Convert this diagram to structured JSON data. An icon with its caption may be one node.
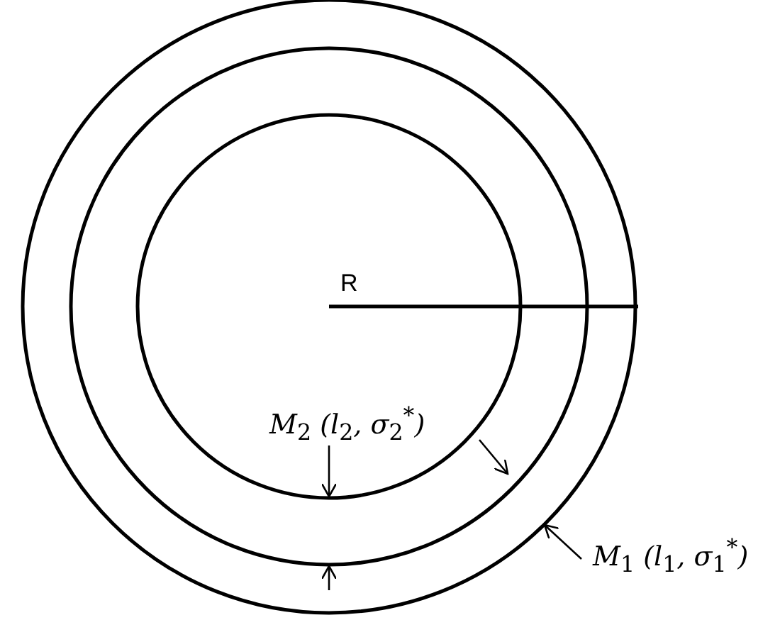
{
  "diagram": {
    "labels": [
      "R",
      "M$_{2}$ (l$_{2}$, σ$_{2}$$^{*}$)",
      "M$_{1}$ (l$_{1}$, σ$_{1}$$^{*}$)"
    ]
  }
}
